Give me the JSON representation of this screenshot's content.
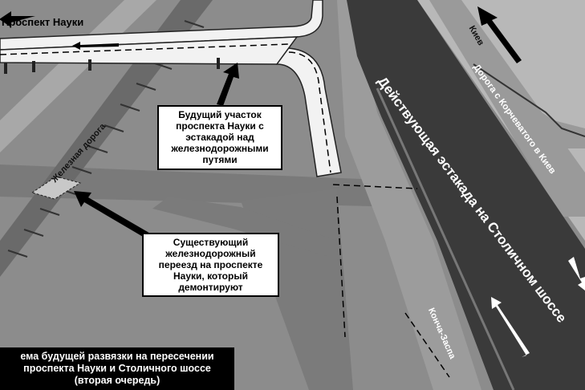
{
  "labels": {
    "prospekt": "Проспект Науки",
    "railway": "Железная дорога",
    "viaduct": "Действующая эстакада на Столичном шоссе",
    "kyiv": "Киев",
    "korchevate_road": "Дорога с Корчеватого в Киев",
    "koncha_zaspa": "Конча-Заспа"
  },
  "callouts": {
    "future_section": "Будущий участок проспекта Науки с эстакадой над железнодорожными путями",
    "existing_crossing": "Существующий железнодорожный переезд на проспекте Науки, который демонтируют"
  },
  "caption": {
    "line1": "ема будущей развязки на пересечении",
    "line2": "проспекта Науки и Столичного шоссе",
    "line3": "(вторая очередь)"
  },
  "colors": {
    "ground": "#8c8c8c",
    "viaduct": "#3a3a3a",
    "elevated_road": "#f2f2f2",
    "light_area": "#b8b8b8"
  }
}
